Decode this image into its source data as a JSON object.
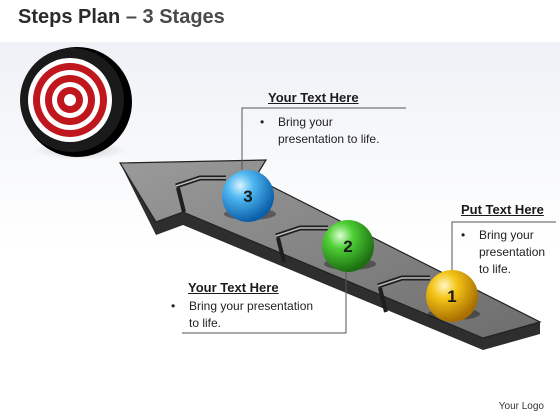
{
  "header": {
    "title_main": "Steps Plan",
    "title_sep": " – ",
    "title_sub": "3 Stages"
  },
  "steps": [
    {
      "number": "3",
      "color": "#1f8ee0"
    },
    {
      "number": "2",
      "color": "#2fa31f"
    },
    {
      "number": "1",
      "color": "#e0a800"
    }
  ],
  "callouts": {
    "top": {
      "title": "Your Text Here",
      "bullet": "•",
      "text": "Bring your presentation to life."
    },
    "right": {
      "title": "Put Text Here",
      "bullet": "•",
      "text": "Bring your presentation to life."
    },
    "bottom": {
      "title": "Your Text Here",
      "bullet": "•",
      "text": "Bring your presentation to life."
    }
  },
  "footer": {
    "logo": "Your Logo"
  },
  "colors": {
    "arrow": "#7a7a7a",
    "arrow_dark": "#3c3c3c",
    "target_red": "#c0161d",
    "target_black": "#111111"
  }
}
